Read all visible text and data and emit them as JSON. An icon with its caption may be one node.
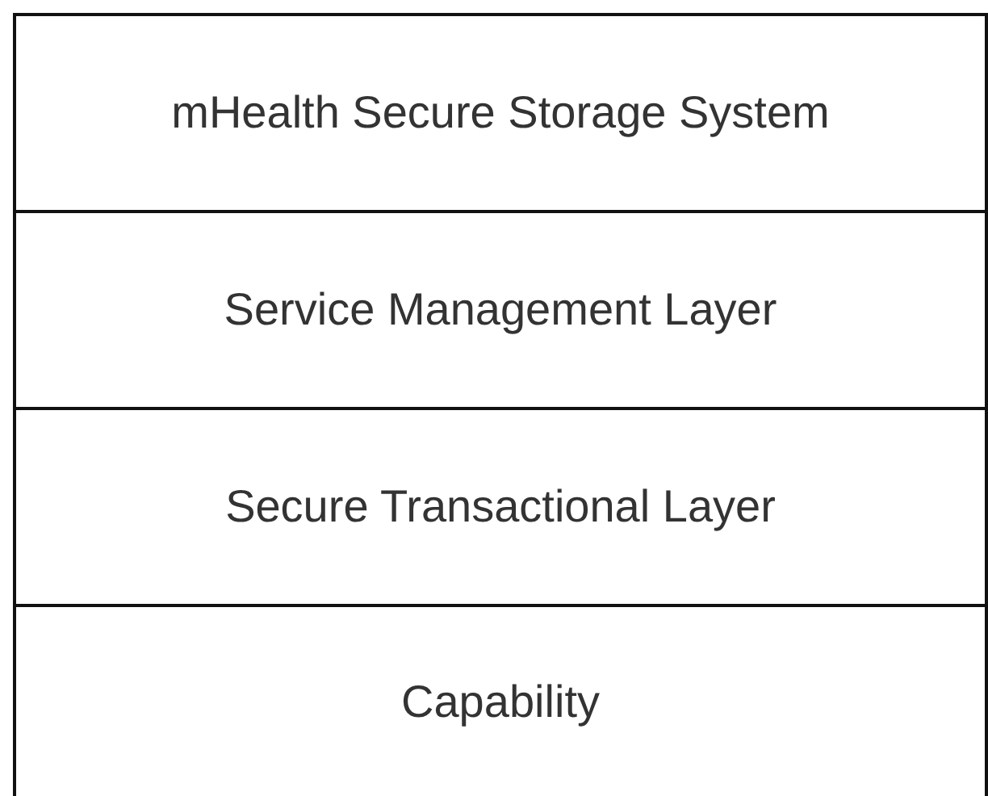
{
  "diagram": {
    "nodes": [
      {
        "text": [
          "mHealth Secure Storage System"
        ]
      },
      {
        "text": [
          "Service Management Layer"
        ]
      },
      {
        "text": [
          "Secure Transactional Layer"
        ]
      },
      {
        "text": [
          "Capability"
        ]
      }
    ]
  }
}
